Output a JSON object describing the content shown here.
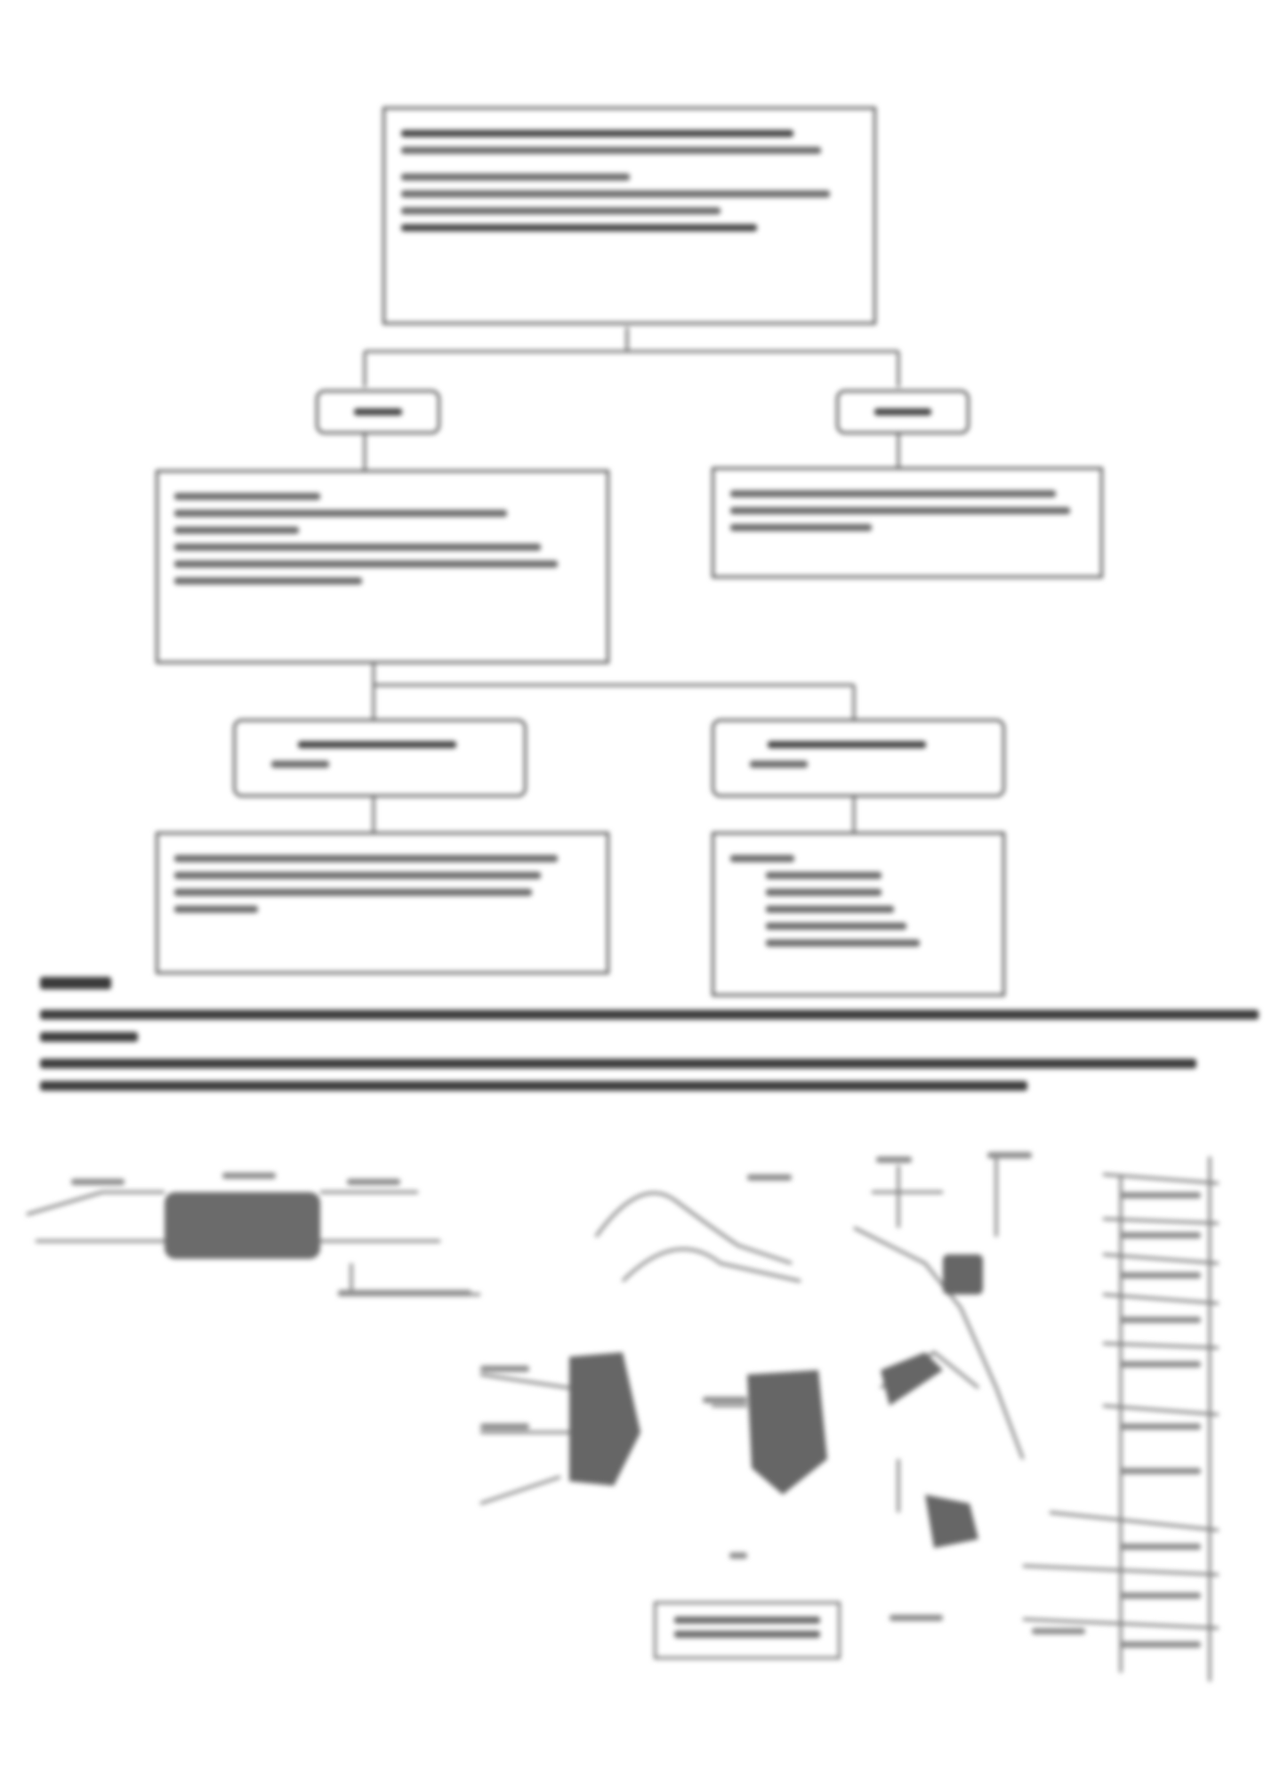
{
  "document": {
    "note_heading": "",
    "note_lines": [],
    "illustration_caption": ""
  },
  "flowchart": {
    "nodes": [
      {
        "id": "start",
        "text": ""
      },
      {
        "id": "branch-left",
        "text": ""
      },
      {
        "id": "branch-right",
        "text": ""
      },
      {
        "id": "step-left",
        "text": ""
      },
      {
        "id": "step-right",
        "text": ""
      },
      {
        "id": "branch-left-2",
        "text": ""
      },
      {
        "id": "branch-right-2",
        "text": ""
      },
      {
        "id": "result-left",
        "text": ""
      },
      {
        "id": "result-right",
        "text": ""
      }
    ]
  },
  "colors": {
    "ink": "#555555",
    "fill": "#6b6b6b",
    "background": "#ffffff"
  }
}
